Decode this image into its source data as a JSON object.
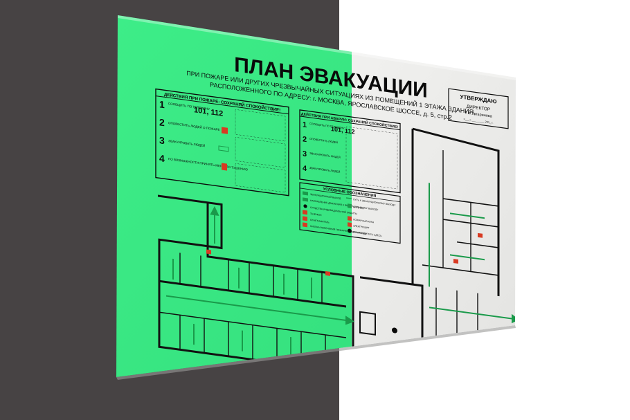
{
  "colors": {
    "backdrop_left": "#474344",
    "backdrop_right": "#ffffff",
    "glow_green": "#3ff08a",
    "board_white": "#ececea",
    "ink": "#0a0a0a",
    "arrow_green": "#1a9a4a",
    "fire_red": "#d83a22"
  },
  "board": {
    "title": "ПЛАН ЭВАКУАЦИИ",
    "subtitle_line1": "ПРИ ПОЖАРЕ ИЛИ ДРУГИХ ЧРЕЗВЫЧАЙНЫХ СИТУАЦИЯХ ИЗ ПОМЕЩЕНИЙ 1 ЭТАЖА ЗДАНИЯ,",
    "subtitle_line2": "РАСПОЛОЖЕННОГО ПО АДРЕСУ: г. МОСКВА, ЯРОСЛАВСКОЕ ШОССЕ, д. 5, стр.2",
    "fire_header": "ДЕЙСТВИЯ ПРИ ПОЖАРЕ: СОХРАНЯЙ СПОКОЙСТВИЕ!",
    "fire_steps": [
      {
        "num": "1",
        "text": "СООБЩИТЬ ПО ТЕЛЕФОНУ",
        "phones": "101, 112"
      },
      {
        "num": "2",
        "text": "ОПОВЕСТИТЬ ЛЮДЕЙ О ПОЖАРЕ"
      },
      {
        "num": "3",
        "text": "ЭВАКУИРОВАТЬ ЛЮДЕЙ"
      },
      {
        "num": "4",
        "text": "ПО ВОЗМОЖНОСТИ ПРИНЯТЬ МЕРЫ ПО ТУШЕНИЮ"
      }
    ],
    "accident_header": "ДЕЙСТВИЯ ПРИ АВАРИИ: СОХРАНЯЙ СПОКОЙСТВИЕ!",
    "accident_steps": [
      {
        "num": "1",
        "text": "СООБЩИТЬ ПО ТЕЛЕФОНУ",
        "phones": "101, 112"
      },
      {
        "num": "2",
        "text": "ОПОВЕСТИТЬ ЛЮДЕЙ"
      },
      {
        "num": "3",
        "text": "ЭВАКУИРОВАТЬ ЛЮДЕЙ"
      },
      {
        "num": "4",
        "text": "ЗВАКУИРОВАТЬ ЛЮДЕЙ"
      }
    ],
    "legend_header": "УСЛОВНЫЕ ОБОЗНАЧЕНИЯ",
    "legend_items": [
      "ЭВАКУАЦИОННЫЙ ВЫХОД",
      "НАПРАВЛЕНИЕ ДВИЖЕНИЯ К ЭВАКУАЦИОННОМУ ВЫХОДУ",
      "СРЕДСТВА ИНДИВИДУАЛЬНОЙ ЗАЩИТЫ",
      "ТЕЛЕФОН",
      "ОГНЕТУШИТЕЛЬ",
      "КНОПКА ВКЛЮЧЕНИЯ ПОЖАРНОЙ АВТОМАТИКИ",
      "ПУТЬ К ЭВАКУАЦИОННОМУ ВЫХОДУ",
      "АПТЕЧКА",
      "ПОЖАРНЫЙ КРАН",
      "ЭЛЕКТРОЩИТ",
      "ВЫ НАХОДИТЕСЬ ЗДЕСЬ"
    ],
    "approve_title": "УТВЕРЖДАЮ",
    "approve_role": "ДИРЕКТОР",
    "approve_name": "Т.И.Татаринова",
    "approve_date": "«___» ________ 201_ г."
  }
}
